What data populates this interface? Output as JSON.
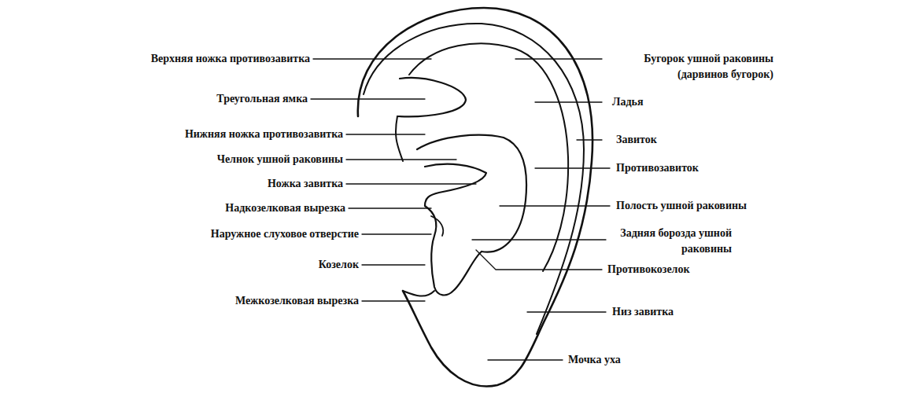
{
  "diagram": {
    "labels": [
      "Верхняя ножка противозавитка",
      "Треугольная ямка",
      "Нижняя ножка противозавитка",
      "Челнок ушной раковины",
      "Ножка завитка",
      "Надкозелковая вырезка",
      "Наружное слуховое отверстие",
      "Козелок",
      "Межкозелковая вырезка",
      "Бугорок ушной раковины (дарвинов бугорок)",
      "Ладья",
      "Завиток",
      "Противозавиток",
      "Полость ушной раковины",
      "Задняя борозда ушной раковины",
      "Противокозелок",
      "Низ завитка",
      "Мочка уха"
    ]
  }
}
